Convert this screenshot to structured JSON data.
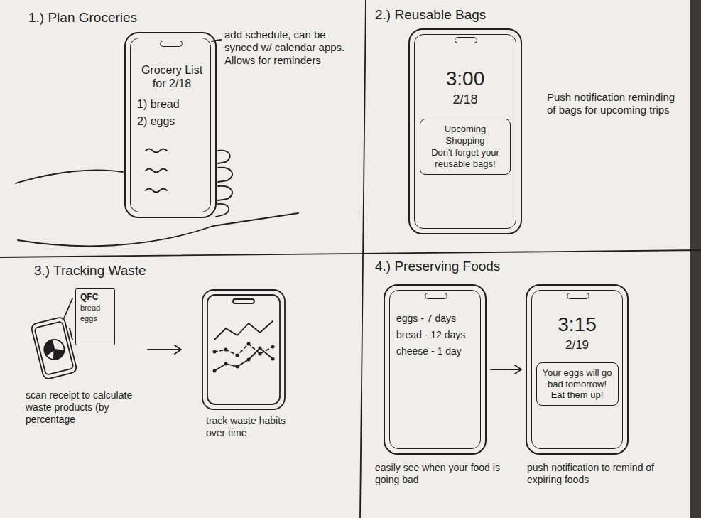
{
  "diagram": {
    "nodes": [
      {
        "text": [
          "Grocery List for 2/18",
          "1) bread",
          "2) eggs"
        ]
      },
      {
        "text": [
          "3:00",
          "2/18"
        ]
      },
      {
        "text": [
          "Upcoming Shopping",
          "Don't forget your reusable bags!"
        ],
        "in": 1
      },
      {
        "text": [
          "QFC",
          "bread",
          "eggs"
        ]
      },
      {
        "text": [
          "eggs - 7 days",
          "bread - 12 days",
          "cheese - 1 day"
        ]
      },
      {
        "text": [
          "3:15",
          "2/19"
        ]
      },
      {
        "text": [
          "Your eggs will go bad tomorrow! Eat them up!"
        ],
        "in": 5
      }
    ],
    "edges": [
      {
        "from": 4,
        "to": 5,
        "arrow": "to"
      }
    ],
    "labels": [
      "1.) Plan Groceries",
      "add schedule, can be synced w/ calendar apps. Allows for reminders",
      "2.) Reusable Bags",
      "Push notification reminding of bags for upcoming trips",
      "3.) Tracking Waste",
      "scan receipt to calculate waste products (by percentage",
      "track waste habits over time",
      "4.) Preserving Foods",
      "easily see when your food is going bad",
      "push notification to remind of expiring foods"
    ]
  }
}
